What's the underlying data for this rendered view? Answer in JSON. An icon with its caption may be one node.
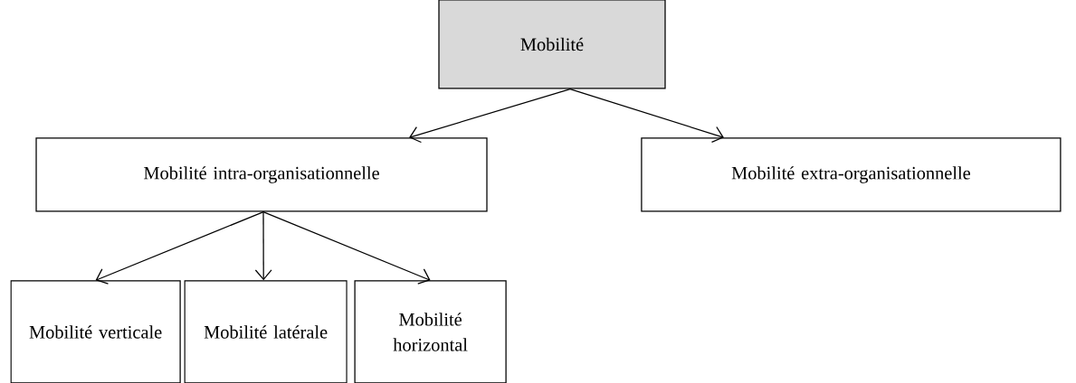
{
  "diagram": {
    "nodes": [
      {
        "text": [
          "Mobilité"
        ]
      },
      {
        "text": [
          "Mobilité intra-organisationnelle"
        ]
      },
      {
        "text": [
          "Mobilité extra-organisationnelle"
        ]
      },
      {
        "text": [
          "Mobilité verticale"
        ]
      },
      {
        "text": [
          "Mobilité latérale"
        ]
      },
      {
        "text": [
          "Mobilité horizontal"
        ]
      }
    ],
    "edges": [
      {
        "from": 0,
        "to": 1,
        "arrow": "to"
      },
      {
        "from": 0,
        "to": 2,
        "arrow": "to"
      },
      {
        "from": 1,
        "to": 3,
        "arrow": "to"
      },
      {
        "from": 1,
        "to": 4,
        "arrow": "to"
      },
      {
        "from": 1,
        "to": 5,
        "arrow": "to"
      }
    ]
  }
}
